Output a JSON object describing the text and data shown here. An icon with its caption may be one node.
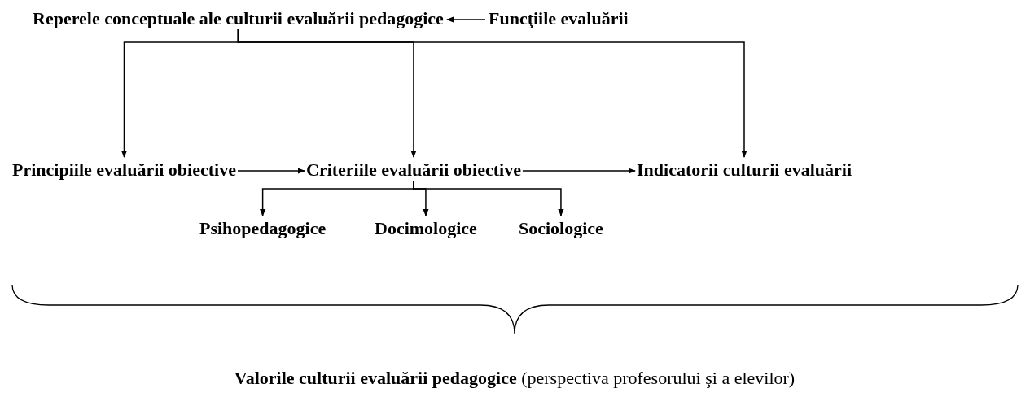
{
  "diagram": {
    "nodes": [
      {
        "text": [
          "Reperele conceptuale ale culturii evaluării pedagogice"
        ]
      },
      {
        "text": [
          "Funcţiile evaluării"
        ]
      },
      {
        "text": [
          "Principiile evaluării obiective"
        ]
      },
      {
        "text": [
          "Criteriile evaluării obiective"
        ]
      },
      {
        "text": [
          "Indicatorii culturii evaluării"
        ]
      },
      {
        "text": [
          "Psihopedagogice"
        ]
      },
      {
        "text": [
          "Docimologice"
        ]
      },
      {
        "text": [
          "Sociologice"
        ]
      },
      {
        "text": [
          "**Valorile culturii evaluării pedagogice** (perspectiva profesorului şi a elevilor)"
        ]
      }
    ],
    "edges": [
      {
        "from": 1,
        "to": 0,
        "arrow": "to"
      },
      {
        "from": 0,
        "to": 2,
        "arrow": "to"
      },
      {
        "from": 0,
        "to": 3,
        "arrow": "to"
      },
      {
        "from": 0,
        "to": 4,
        "arrow": "to"
      },
      {
        "from": 2,
        "to": 3,
        "arrow": "to"
      },
      {
        "from": 3,
        "to": 4,
        "arrow": "to"
      },
      {
        "from": 3,
        "to": 5,
        "arrow": "to"
      },
      {
        "from": 3,
        "to": 6,
        "arrow": "to"
      },
      {
        "from": 3,
        "to": 7,
        "arrow": "to"
      }
    ]
  }
}
